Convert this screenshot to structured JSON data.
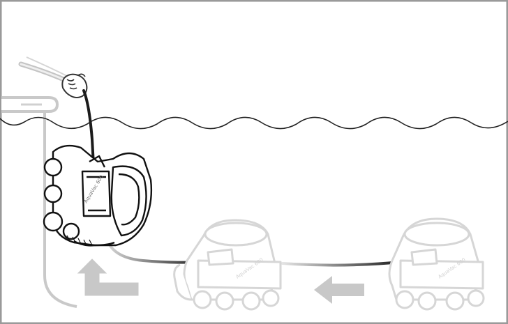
{
  "diagram": {
    "robot_labels": {
      "lifted": "AquaVac 600",
      "middle": "AquaVac 600",
      "right": "AquaVac 600"
    },
    "colors": {
      "frame": "#9a9a9a",
      "water_line": "#222222",
      "robot_outline": "#111111",
      "ghost_outline": "#d6d6d6",
      "arrow_fill": "#c8c8c8",
      "cable_dark": "#1b1b1b",
      "cable_light": "#cfcfcf"
    },
    "icons": {
      "hand": "hand-icon",
      "robot": "pool-robot-icon",
      "arrow_left": "arrow-left-icon",
      "arrow_up_bent": "arrow-bent-up-icon"
    }
  }
}
